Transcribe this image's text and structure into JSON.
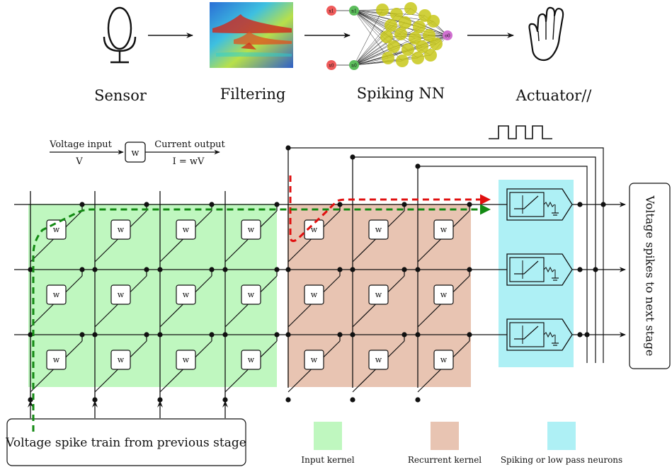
{
  "pipeline": {
    "sensor_label": "Sensor",
    "filtering_label": "Filtering",
    "snn_label": "Spiking NN",
    "actuator_label": "Actuator//",
    "snn_node_labels": [
      "x1",
      "x0",
      "n1",
      "n0",
      "o0"
    ]
  },
  "weight_legend": {
    "input_label": "Voltage input",
    "input_symbol": "V",
    "weight_symbol": "w",
    "output_label": "Current output",
    "output_formula": "I = wV"
  },
  "crossbar": {
    "weight_symbol": "w",
    "output_box_label": "Voltage spikes to next stage",
    "input_box_label": "Voltage spike train from previous stage"
  },
  "legend": {
    "items": [
      {
        "label": "Input kernel",
        "color": "#bff7bf"
      },
      {
        "label": "Recurrent kernel",
        "color": "#e8c4b2"
      },
      {
        "label": "Spiking or low pass neurons",
        "color": "#aef0f5"
      }
    ]
  },
  "colors": {
    "input_kernel": "#bff7bf",
    "recurrent_kernel": "#e8c4b2",
    "neurons": "#aef0f5",
    "red_path": "#e01010",
    "green_path": "#138a13",
    "snn_nodes": "#c8c81a"
  }
}
